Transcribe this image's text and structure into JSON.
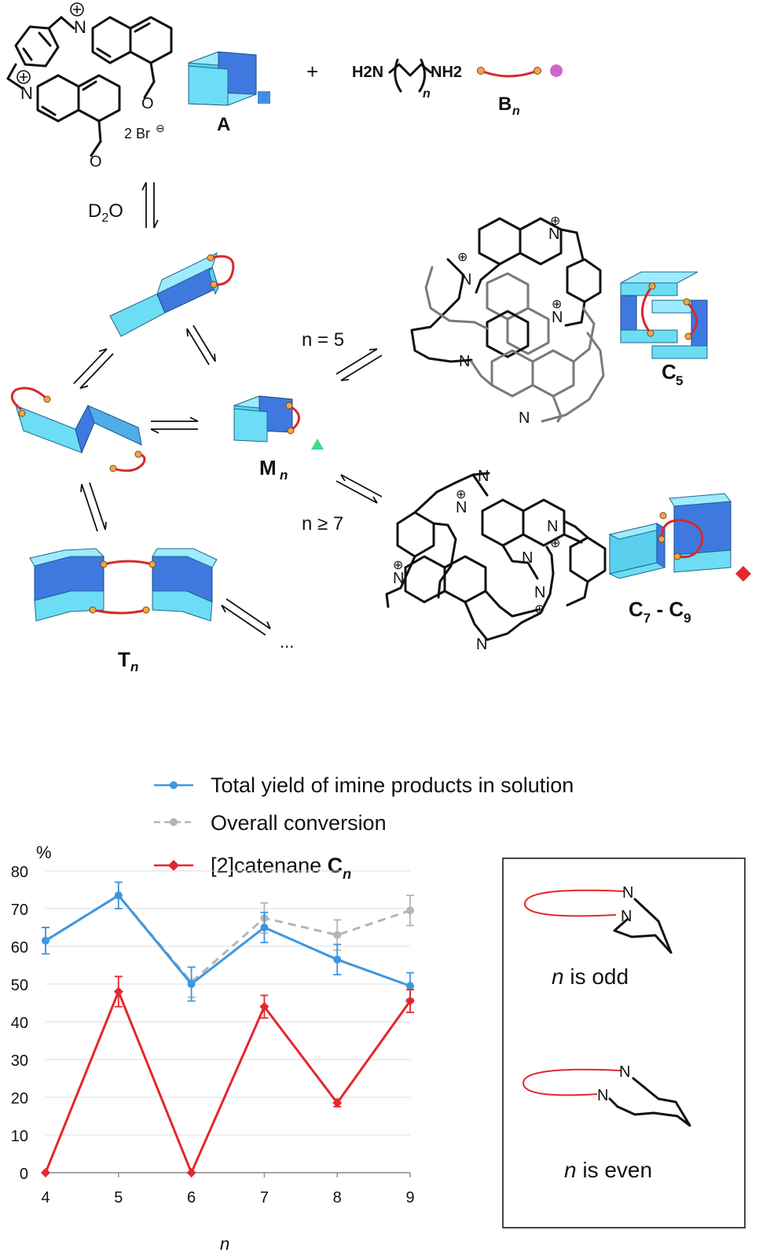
{
  "scheme": {
    "reactant_a": {
      "counterion_text": "2 Br",
      "counterion_charge": "⊖",
      "label": "A",
      "symbol_color": "#3e8ee8"
    },
    "plus": "+",
    "reactant_b": {
      "left_group": "H2N",
      "right_group": "NH2",
      "index": "n",
      "label": "B",
      "label_sub": "n",
      "symbol_color": "#cc66cc"
    },
    "solvent": {
      "text": "D",
      "sub": "2",
      "rest": "O"
    },
    "macrocycle": {
      "label": "M",
      "label_sub": "n",
      "symbol_color": "#3ddc8a"
    },
    "dimer": {
      "label": "T",
      "label_sub": "n"
    },
    "ellipsis": "...",
    "branch_top": {
      "condition": "n = 5",
      "ring_atom": "N",
      "label": "C",
      "label_sub": "5"
    },
    "branch_bottom": {
      "condition": "n ≥ 7",
      "ring_atom": "N",
      "label_a": "C",
      "sub_a": "7",
      "dash": " - ",
      "label_b": "C",
      "sub_b": "9",
      "symbol_color": "#e5262c"
    },
    "charge_symbol": "⊕"
  },
  "legend": {
    "total_yield": "Total yield of  imine products in solution",
    "conversion": "Overall conversion",
    "catenane": "[2]catenane ",
    "catenane_bold": "C",
    "catenane_sub": "n"
  },
  "chart_data": {
    "type": "line",
    "x": [
      4,
      5,
      6,
      7,
      8,
      9
    ],
    "xlabel": "n",
    "ylabel": "%",
    "ylim": [
      0,
      80
    ],
    "yticks": [
      0,
      10,
      20,
      30,
      40,
      50,
      60,
      70,
      80
    ],
    "grid": true,
    "legend_position": "top",
    "series": [
      {
        "name": "Total yield of  imine products in solution",
        "color": "#3d97e0",
        "marker": "circle",
        "dash": false,
        "values": [
          61.5,
          73.5,
          50,
          65,
          56.5,
          49.5
        ],
        "errors": [
          3.5,
          3.5,
          4.5,
          4,
          4,
          3.5
        ]
      },
      {
        "name": "Overall conversion",
        "color": "#b5b5b5",
        "marker": "circle",
        "dash": true,
        "values": [
          61.5,
          73.5,
          50.5,
          67.5,
          63,
          69.5
        ],
        "errors": [
          3.5,
          3.5,
          4,
          4,
          4,
          4
        ]
      },
      {
        "name": "[2]catenane Cn",
        "color": "#e5262c",
        "marker": "diamond",
        "dash": false,
        "values": [
          0,
          48,
          0,
          44,
          18.5,
          45.5
        ],
        "errors": [
          0,
          4,
          0,
          3,
          1,
          3
        ]
      }
    ]
  },
  "inset": {
    "atom": "N",
    "odd_var": "n",
    "odd_text": " is odd",
    "even_var": "n",
    "even_text": " is even"
  }
}
